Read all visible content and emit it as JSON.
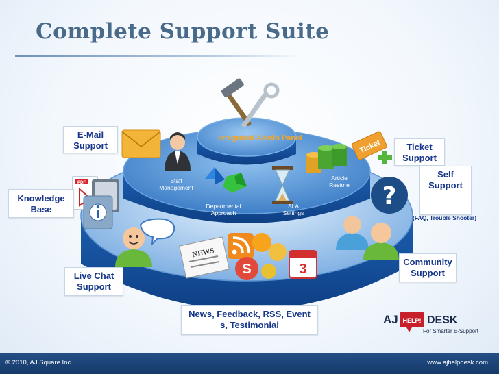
{
  "title": "Complete Support Suite",
  "tiers": {
    "top": "Integrated Admin Panel",
    "middle": {
      "staff": [
        "Staff",
        "Management"
      ],
      "departmental": [
        "Departmental",
        "Approach"
      ],
      "sla": [
        "SLA",
        "Settings"
      ],
      "article": [
        "Article",
        "Restore"
      ]
    }
  },
  "features": {
    "email": [
      "E-Mail",
      "Support"
    ],
    "ticket": [
      "Ticket",
      "Support"
    ],
    "knowledge": [
      "Knowledge",
      "Base"
    ],
    "self": [
      "Self",
      "Support"
    ],
    "self_note": "(FAQ, Trouble Shooter)",
    "community": [
      "Community",
      "Support"
    ],
    "livechat": [
      "Live Chat",
      "Support"
    ],
    "news": [
      "News, Feedback, RSS, Event",
      "s,  Testimonial"
    ]
  },
  "icons": {
    "ticket_text": "Ticket",
    "pdf_text": "PDF",
    "news_text": "NEWS",
    "calendar_day": "3"
  },
  "logo": {
    "aj": "AJ",
    "help": "HELP!",
    "desk": "DESK",
    "tagline": "For Smarter E-Support"
  },
  "footer": {
    "left": "© 2010, AJ Square Inc",
    "right": "www.ajhelpdesk.com"
  },
  "colors": {
    "title": "#4a6a8a",
    "accent": "#17378a",
    "tier": "#3d7fc6",
    "footer": "#1d4479",
    "logo_red": "#c8202b"
  }
}
